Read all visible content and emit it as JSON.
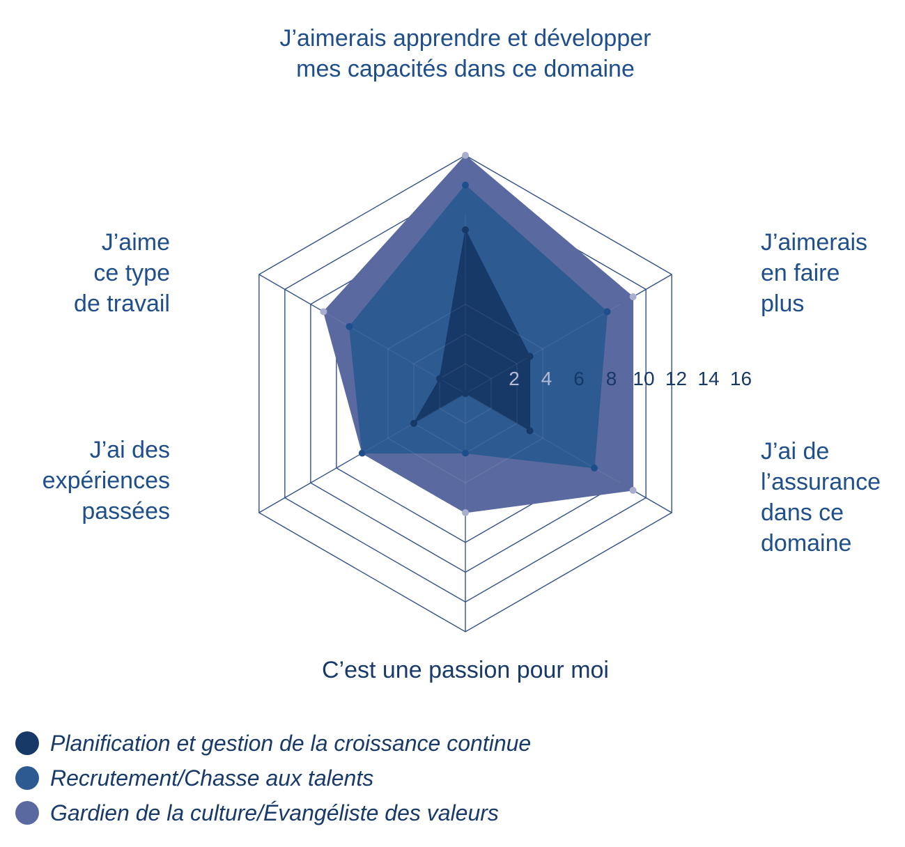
{
  "chart_data": {
    "type": "radar",
    "axes": [
      "J’aimerais apprendre et développer\nmes capacités dans ce domaine",
      "J’aimerais\nen faire\nplus",
      "J’ai de\nl’assurance\ndans ce\ndomaine",
      "C’est une passion pour moi",
      "J’ai des\nexpériences\npassées",
      "J’aime\nce type\nde travail"
    ],
    "ticks": [
      "2",
      "4",
      "6",
      "8",
      "10",
      "12",
      "14",
      "16"
    ],
    "rlim": [
      0,
      16
    ],
    "grid_levels": [
      0,
      8,
      10,
      12,
      14,
      16
    ],
    "series": [
      {
        "name": "Gardien de la culture/Évangéliste des valeurs",
        "color": "#5a6aa0",
        "point_color": "#a8aecd",
        "values": [
          16,
          13,
          13,
          8,
          8,
          11
        ]
      },
      {
        "name": "Recrutement/Chasse aux talents",
        "color": "#2e5a92",
        "point_color": "#1f4e8c",
        "values": [
          14,
          11,
          10,
          4,
          8,
          9
        ]
      },
      {
        "name": "Planification et gestion de la croissance continue",
        "color": "#163968",
        "point_color": "#163968",
        "values": [
          11,
          5,
          5,
          0,
          4,
          2
        ]
      }
    ],
    "legend_order": [
      2,
      1,
      0
    ],
    "legend_position": "bottom-left"
  },
  "legend": [
    {
      "label": "Planification et gestion de la croissance continue",
      "color": "#163968"
    },
    {
      "label": "Recrutement/Chasse aux talents",
      "color": "#2e5a92"
    },
    {
      "label": "Gardien de la culture/Évangéliste des valeurs",
      "color": "#5a6aa0"
    }
  ],
  "colors": {
    "grid": "#2e4f8a",
    "label": "#1f4e8c"
  }
}
